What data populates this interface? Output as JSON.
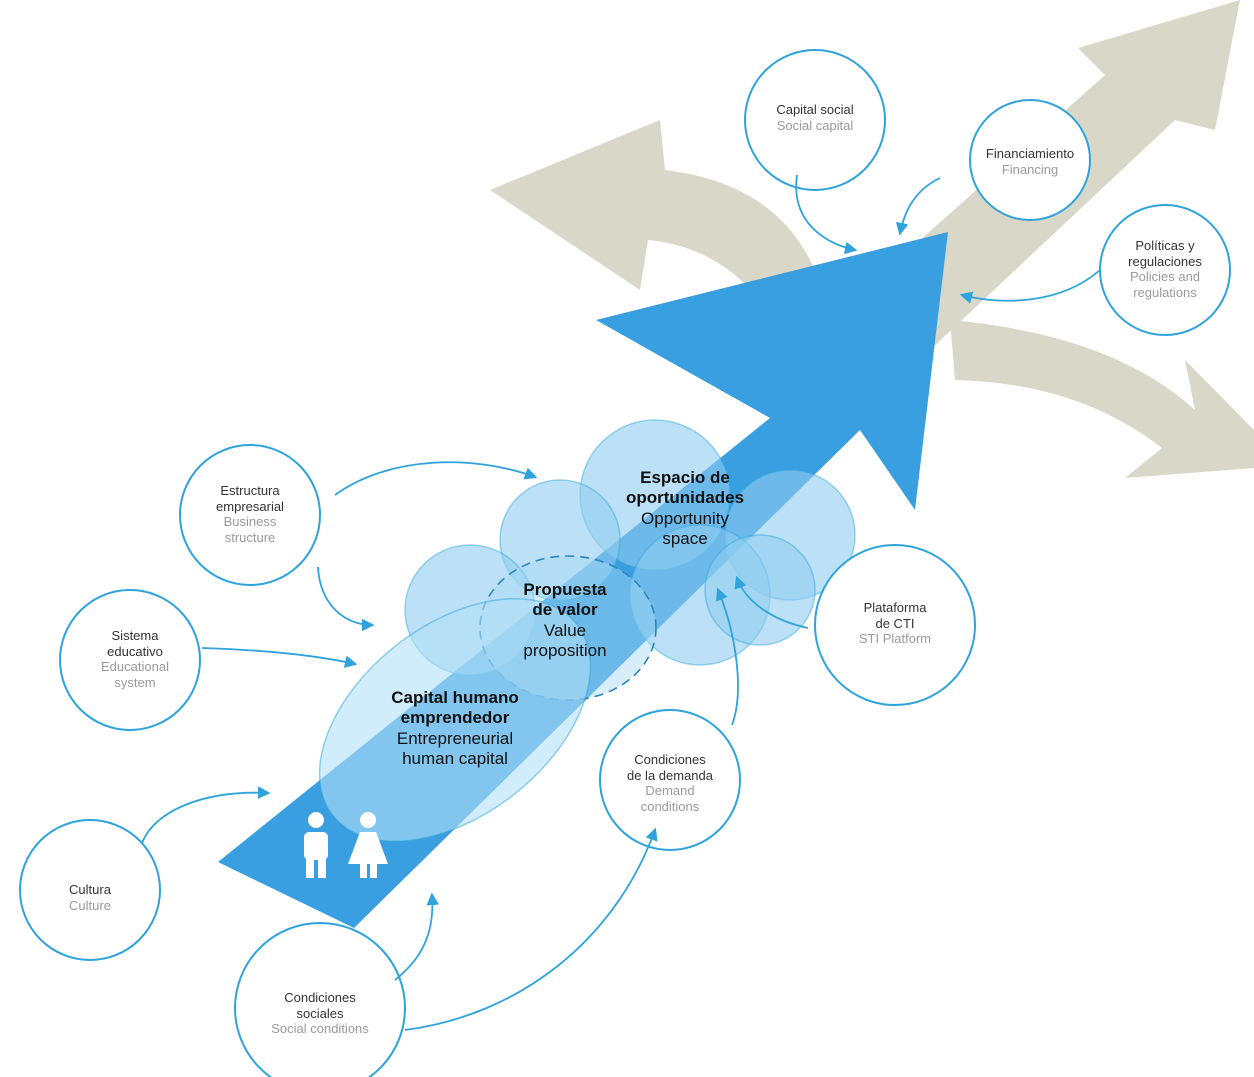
{
  "palette": {
    "arrow_blue": "#3a9fe0",
    "cloud_blue": "#8fcdf0",
    "circle_stroke": "#2fa3dc",
    "connector": "#2fa3dc",
    "gray_arrow": "#d9d7c8"
  },
  "core": {
    "opportunity": {
      "es": [
        "Espacio de",
        "oportunidades"
      ],
      "en": [
        "Opportunity",
        "space"
      ]
    },
    "value": {
      "es": [
        "Propuesta",
        "de valor"
      ],
      "en": [
        "Value",
        "proposition"
      ]
    },
    "human": {
      "es": [
        "Capital humano",
        "emprendedor"
      ],
      "en": [
        "Entrepreneurial",
        "human capital"
      ]
    }
  },
  "factors": {
    "capital_social": {
      "es": [
        "Capital social"
      ],
      "en": [
        "Social capital"
      ]
    },
    "financiamiento": {
      "es": [
        "Financiamiento"
      ],
      "en": [
        "Financing"
      ]
    },
    "politicas": {
      "es": [
        "Políticas y",
        "regulaciones"
      ],
      "en": [
        "Policies and",
        "regulations"
      ]
    },
    "estructura": {
      "es": [
        "Estructura",
        "empresarial"
      ],
      "en": [
        "Business",
        "structure"
      ]
    },
    "sistema": {
      "es": [
        "Sistema",
        "educativo"
      ],
      "en": [
        "Educational",
        "system"
      ]
    },
    "plataforma": {
      "es": [
        "Plataforma",
        "de CTI"
      ],
      "en": [
        "STI Platform"
      ]
    },
    "demanda": {
      "es": [
        "Condiciones",
        "de la demanda"
      ],
      "en": [
        "Demand",
        "conditions"
      ]
    },
    "cultura": {
      "es": [
        "Cultura"
      ],
      "en": [
        "Culture"
      ]
    },
    "sociales": {
      "es": [
        "Condiciones",
        "sociales"
      ],
      "en": [
        "Social conditions"
      ]
    }
  },
  "icons": [
    "man-icon",
    "woman-icon"
  ]
}
